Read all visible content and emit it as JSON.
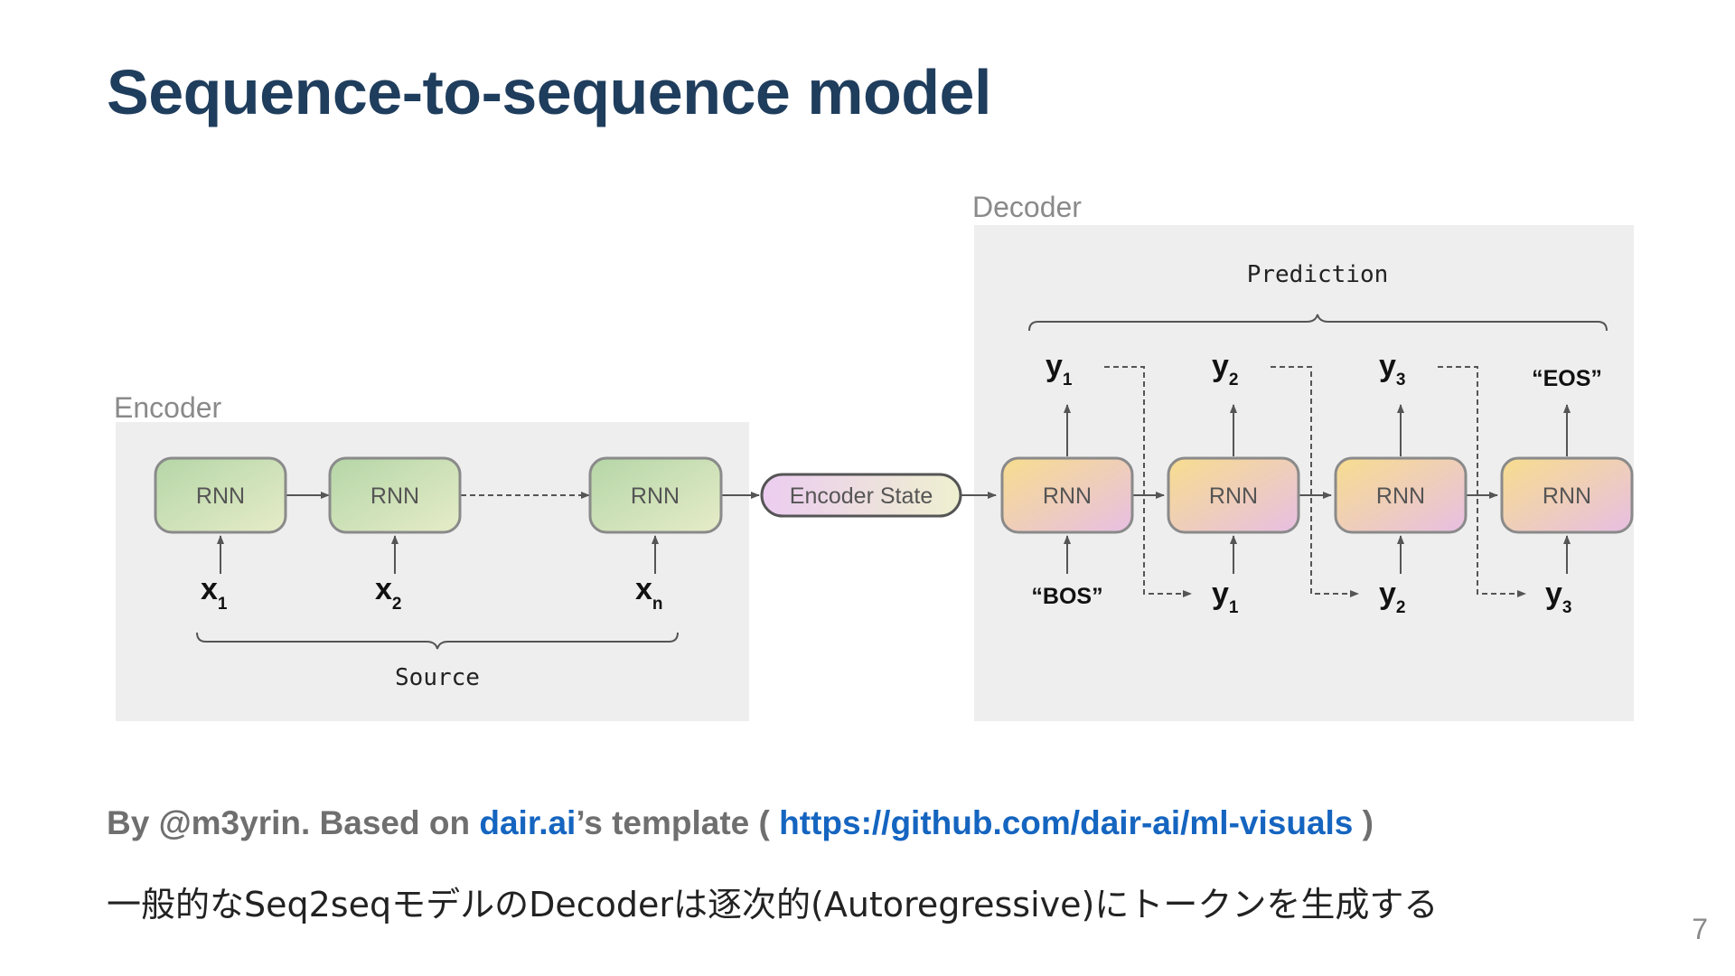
{
  "slide": {
    "title": "Sequence-to-sequence model",
    "page_number": "7"
  },
  "diagram": {
    "encoder": {
      "title": "Encoder",
      "cells": [
        "RNN",
        "RNN",
        "RNN"
      ],
      "inputs": [
        {
          "base": "x",
          "sub": "1"
        },
        {
          "base": "x",
          "sub": "2"
        },
        {
          "base": "x",
          "sub": "n"
        }
      ],
      "brace_label": "Source"
    },
    "state_label": "Encoder State",
    "decoder": {
      "title": "Decoder",
      "cells": [
        "RNN",
        "RNN",
        "RNN",
        "RNN"
      ],
      "inputs": [
        "“BOS”",
        "y1",
        "y2",
        "y3"
      ],
      "outputs": [
        "y1",
        "y2",
        "y3",
        "“EOS”"
      ],
      "brace_label": "Prediction"
    }
  },
  "credit": {
    "prefix": "By @m3yrin. Based on ",
    "link_text": "dair.ai",
    "middle": "’s template ( ",
    "url": "https://github.com/dair-ai/ml-visuals",
    "suffix": " )"
  },
  "caption": "一般的なSeq2seqモデルのDecoderは逐次的(Autoregressive)にトークンを生成する"
}
